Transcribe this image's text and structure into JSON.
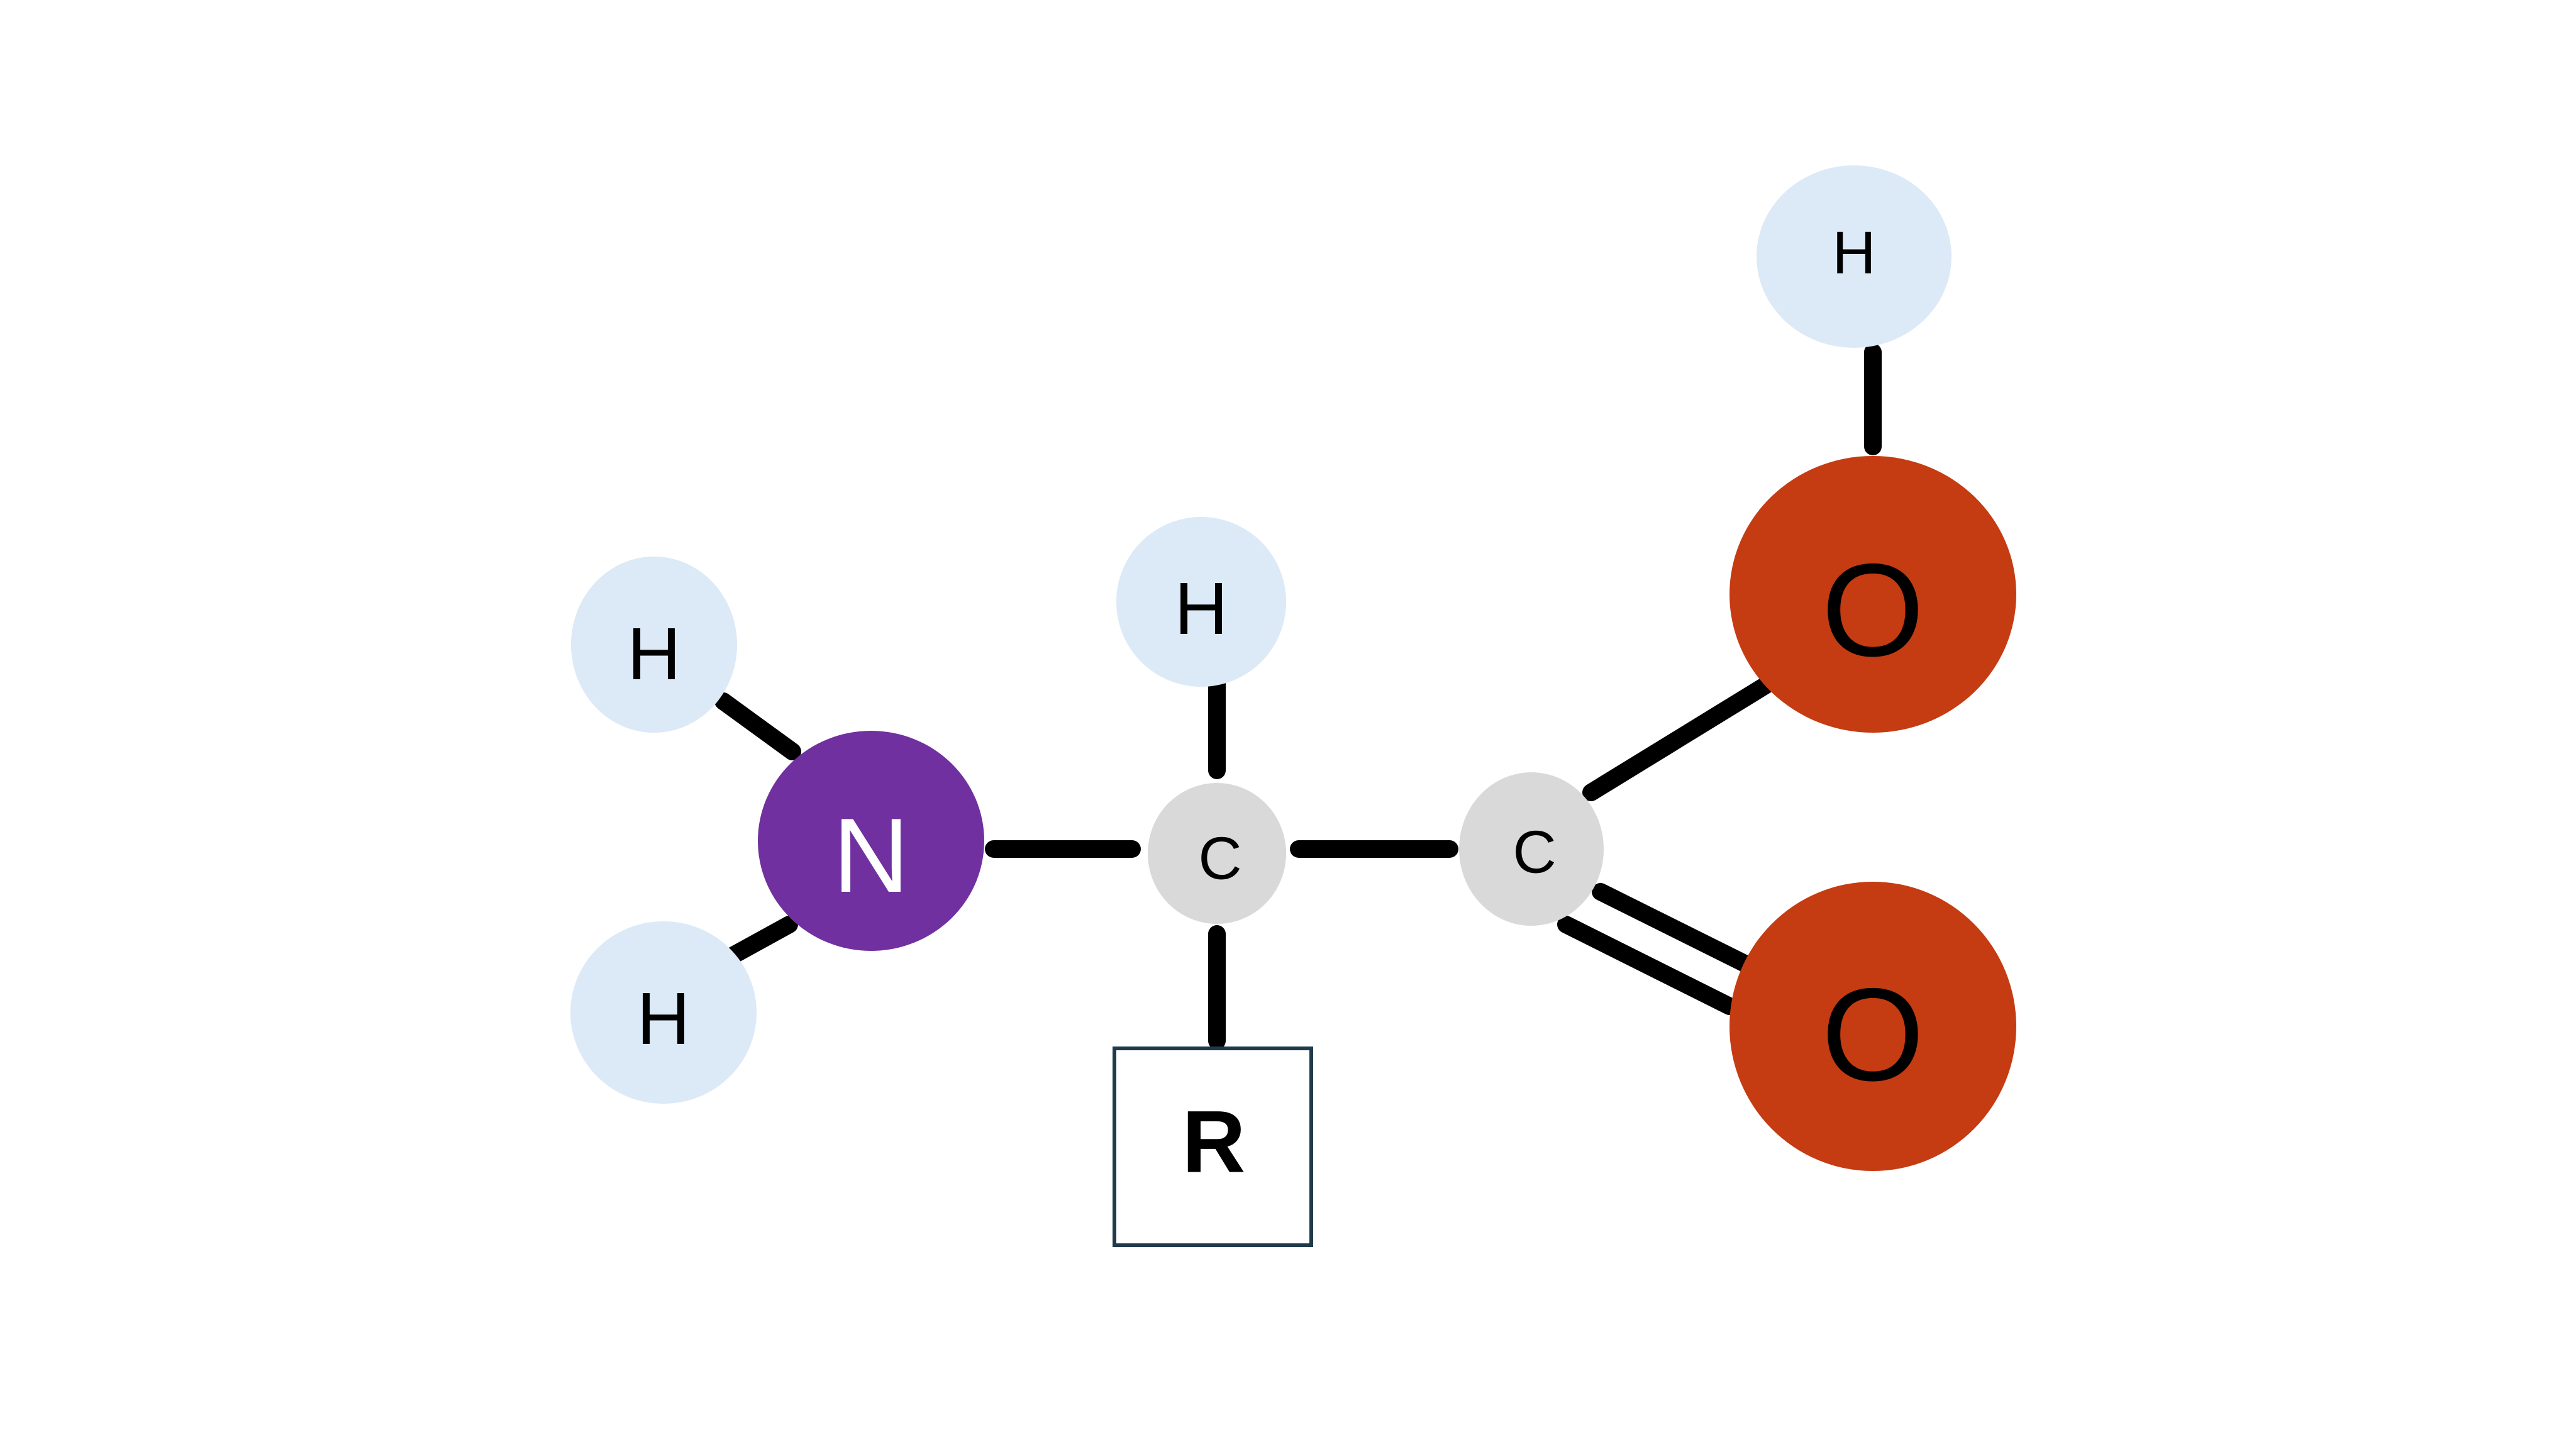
{
  "colors": {
    "hydrogen": "#dce9f6",
    "carbon": "#d9d9d9",
    "nitrogen": "#7030a0",
    "oxygen": "#c53b12",
    "bond": "#000000",
    "r_group_border": "#1f3a4a"
  },
  "atoms": {
    "h_nitrogen_top": "H",
    "h_nitrogen_bottom": "H",
    "nitrogen": "N",
    "h_alpha": "H",
    "c_alpha": "C",
    "c_carboxyl": "C",
    "h_hydroxyl": "H",
    "o_hydroxyl": "O",
    "o_carbonyl": "O"
  },
  "r_group": {
    "label": "R"
  }
}
